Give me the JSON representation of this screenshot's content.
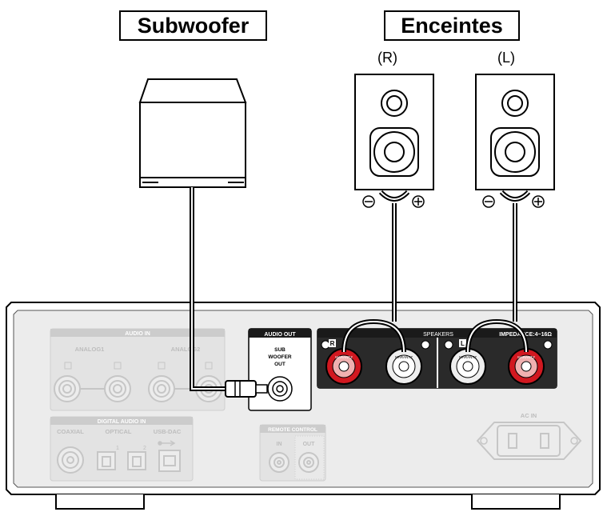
{
  "labels": {
    "subwoofer": "Subwoofer",
    "speakers": "Enceintes",
    "right": "(R)",
    "left": "(L)"
  },
  "panel": {
    "audio_in": "AUDIO IN",
    "analog1": "ANALOG1",
    "analog2": "ANALOG2",
    "r": "R",
    "l": "L",
    "audio_out": "AUDIO OUT",
    "sub": "SUB",
    "woofer": "WOOFER",
    "out": "OUT",
    "speakers": "SPEAKERS",
    "impedance": "IMPEDANCE:4~16Ω",
    "digital_audio_in": "DIGITAL AUDIO IN",
    "coaxial": "COAXIAL",
    "optical": "OPTICAL",
    "usb_dac": "USB-DAC",
    "opt1": "1",
    "opt2": "2",
    "remote_control": "REMOTE CONTROL",
    "rc_in": "IN",
    "rc_out": "OUT",
    "ac_in": "AC IN",
    "terminal": "MARANTZ"
  },
  "colors": {
    "panel": "#e8e8e8",
    "terminal_red": "#d11820",
    "black_panel": "#1a1a1a"
  }
}
